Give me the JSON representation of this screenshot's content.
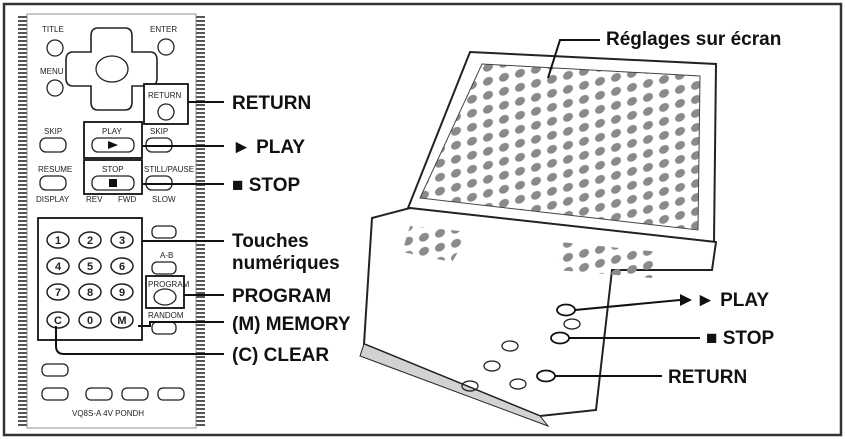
{
  "diagram": {
    "remote_labels": {
      "return": "RETURN",
      "play": "► PLAY",
      "stop": "■ STOP",
      "touches_line1": "Touches",
      "touches_line2": "numériques",
      "program": "PROGRAM",
      "memory": "(M) MEMORY",
      "clear": "(C) CLEAR"
    },
    "player_labels": {
      "screen": "Réglages sur écran",
      "play": "► PLAY",
      "stop": "■ STOP",
      "return": "RETURN"
    },
    "remote_button_text": {
      "title": "TITLE",
      "menu": "MENU",
      "enter": "ENTER",
      "return": "RETURN",
      "skip_back": "SKIP",
      "play": "PLAY",
      "skip_fwd": "SKIP",
      "resume": "RESUME",
      "stop": "STOP",
      "still": "STILL/PAUSE",
      "display": "DISPLAY",
      "rev": "REV",
      "fwd": "FWD",
      "slow": "SLOW",
      "program": "PROGRAM",
      "ab": "A-B",
      "random": "RANDOM",
      "m_badge": "M",
      "c_badge": "C",
      "bottom_note": "VQ8S-A 4V PONDH"
    },
    "number_keys": [
      "1",
      "2",
      "3",
      "4",
      "5",
      "6",
      "7",
      "8",
      "9",
      "C",
      "0",
      "M"
    ],
    "colors": {
      "ink": "#111111",
      "frame": "#333333",
      "dots": "#8a8a8a",
      "tone": "#d2d2d2"
    }
  }
}
